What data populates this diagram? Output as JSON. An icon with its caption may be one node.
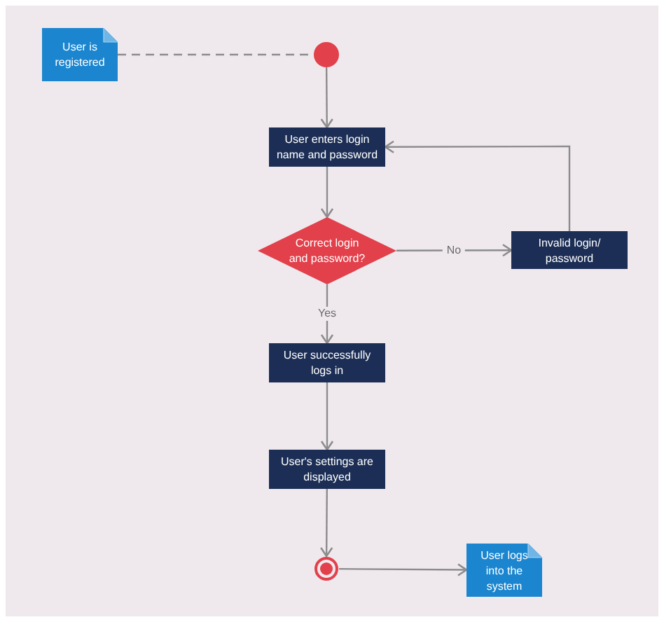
{
  "diagram": {
    "nodes": [
      {
        "text": [
          "User is registered"
        ]
      },
      {
        "text": [],
        "shape": "circle"
      },
      {
        "text": [
          "User enters login name and password"
        ]
      },
      {
        "text": [
          "Correct login and password?"
        ]
      },
      {
        "text": [
          "Invalid login/ password"
        ]
      },
      {
        "text": [
          "User successfully logs in"
        ]
      },
      {
        "text": [
          "User's settings are displayed"
        ]
      },
      {
        "text": [],
        "shape": "circle"
      },
      {
        "text": [
          "User logs into the system"
        ]
      }
    ],
    "edges": [
      {
        "from": 0,
        "to": 1,
        "arrow": "none",
        "style": "dashed"
      },
      {
        "from": 1,
        "to": 2,
        "arrow": "to"
      },
      {
        "from": 2,
        "to": 3,
        "arrow": "to"
      },
      {
        "from": 3,
        "to": 4,
        "arrow": "to",
        "label": "No"
      },
      {
        "from": 4,
        "to": 2,
        "arrow": "to"
      },
      {
        "from": 3,
        "to": 5,
        "arrow": "to",
        "label": "Yes"
      },
      {
        "from": 5,
        "to": 6,
        "arrow": "to"
      },
      {
        "from": 6,
        "to": 7,
        "arrow": "to"
      },
      {
        "from": 7,
        "to": 8,
        "arrow": "to"
      }
    ]
  }
}
